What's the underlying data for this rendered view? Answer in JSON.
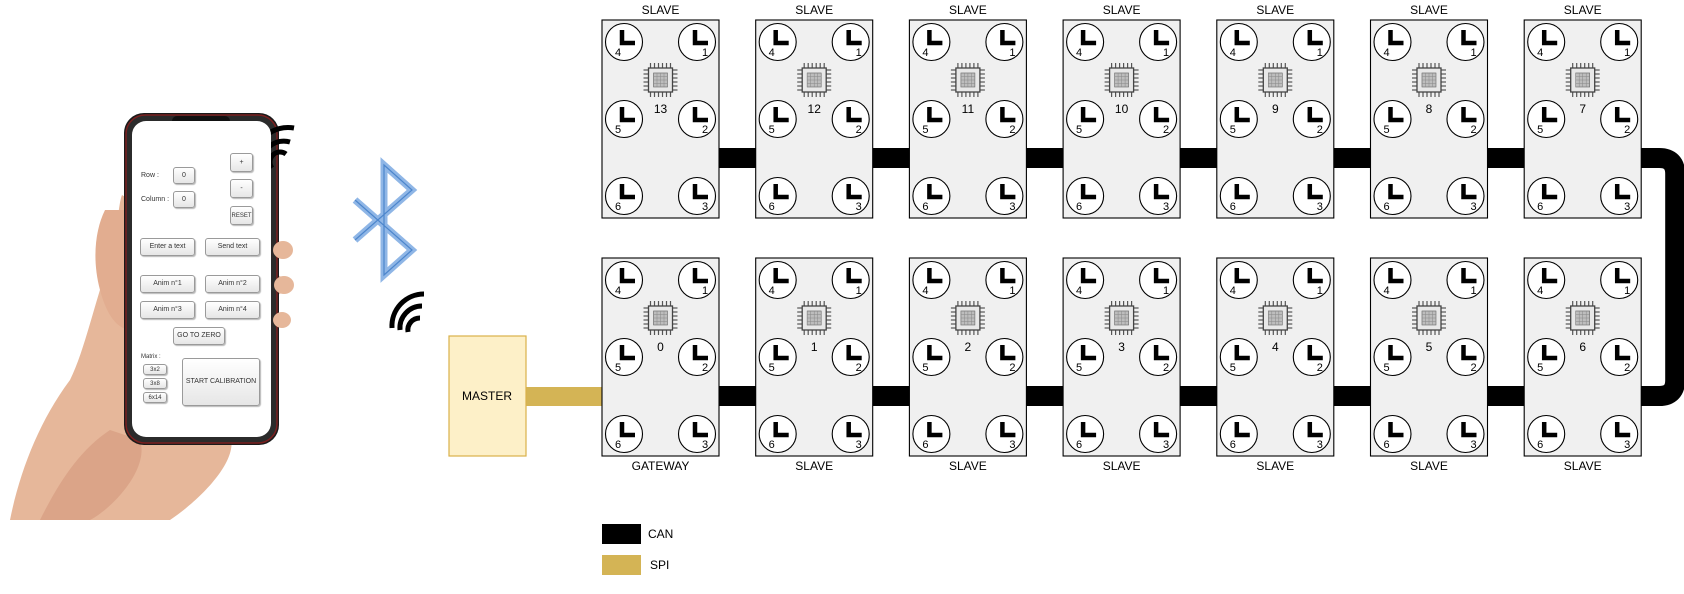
{
  "modules_top": [
    {
      "id": "13",
      "role": "SLAVE"
    },
    {
      "id": "12",
      "role": "SLAVE"
    },
    {
      "id": "11",
      "role": "SLAVE"
    },
    {
      "id": "10",
      "role": "SLAVE"
    },
    {
      "id": "9",
      "role": "SLAVE"
    },
    {
      "id": "8",
      "role": "SLAVE"
    },
    {
      "id": "7",
      "role": "SLAVE"
    }
  ],
  "modules_bottom": [
    {
      "id": "0",
      "role": "GATEWAY"
    },
    {
      "id": "1",
      "role": "SLAVE"
    },
    {
      "id": "2",
      "role": "SLAVE"
    },
    {
      "id": "3",
      "role": "SLAVE"
    },
    {
      "id": "4",
      "role": "SLAVE"
    },
    {
      "id": "5",
      "role": "SLAVE"
    },
    {
      "id": "6",
      "role": "SLAVE"
    }
  ],
  "clock_numbers": [
    "4",
    "1",
    "5",
    "2",
    "6",
    "3"
  ],
  "master": {
    "label": "MASTER"
  },
  "legend": [
    {
      "label": "CAN",
      "color": "#000000"
    },
    {
      "label": "SPI",
      "color": "#d4b455"
    }
  ],
  "colors": {
    "can": "#000000",
    "spi": "#d4b455",
    "master_fill": "#fdf0c8",
    "master_border": "#d9b14a",
    "module_fill": "#f0f0f0",
    "bluetooth": "#8fb6e6"
  },
  "icons": {
    "wireless": "wifi-signal-icon",
    "bluetooth": "bluetooth-icon",
    "chip": "microcontroller-chip-icon",
    "clock": "clock-hands-icon"
  },
  "phone": {
    "row_label": "Row :",
    "row_value": "0",
    "column_label": "Column :",
    "column_value": "0",
    "plus": "+",
    "minus": "-",
    "reset": "RESET",
    "enter_text": "Enter a text",
    "send_text": "Send text",
    "anim1": "Anim n°1",
    "anim2": "Anim n°2",
    "anim3": "Anim n°3",
    "anim4": "Anim n°4",
    "go_to_zero": "GO TO ZERO",
    "matrix_label": "Matrix :",
    "matrix_options": [
      "3x2",
      "3x8",
      "6x14"
    ],
    "start_calibration": "START CALIBRATION"
  }
}
